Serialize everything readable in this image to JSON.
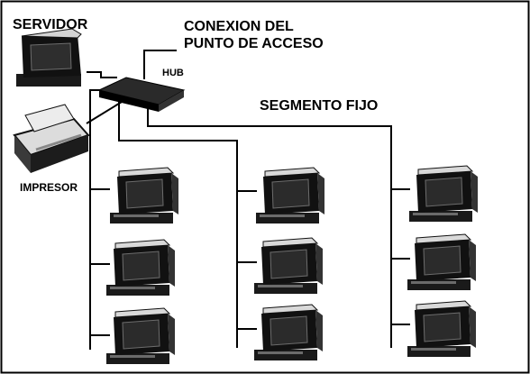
{
  "labels": {
    "servidor": "SERVIDOR",
    "conexion_line1": "CONEXION DEL",
    "conexion_line2": "PUNTO DE ACCESO",
    "hub": "HUB",
    "segmento": "SEGMENTO FIJO",
    "impresor": "IMPRESOR"
  },
  "nodes": {
    "server": {
      "type": "server",
      "icon": "server-icon"
    },
    "printer": {
      "type": "printer",
      "icon": "printer-icon"
    },
    "hub": {
      "type": "hub",
      "icon": "hub-icon"
    },
    "segments": [
      {
        "name": "segment-1",
        "workstations": 3
      },
      {
        "name": "segment-2",
        "workstations": 3
      },
      {
        "name": "segment-3",
        "workstations": 3
      }
    ]
  },
  "colors": {
    "line": "#000000",
    "device_dark": "#1a1a1a",
    "device_light": "#ededed"
  }
}
